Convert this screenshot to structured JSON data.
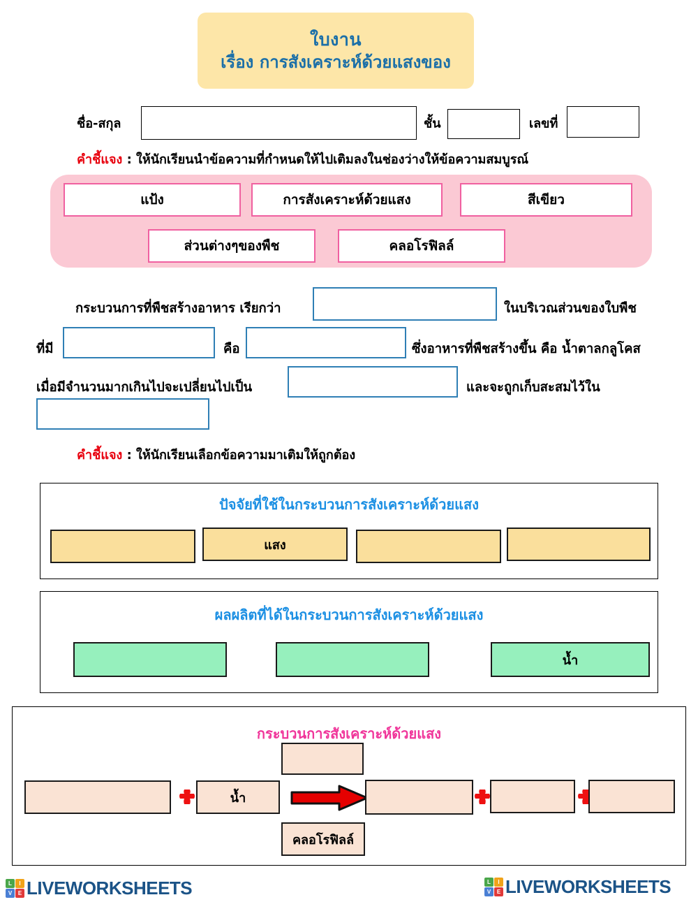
{
  "header": {
    "title_line1": "ใบงาน",
    "title_line2": "เรื่อง  การสังเคราะห์ด้วยแสงของ",
    "banner_color": "#fde6a8",
    "title_color": "#1b6fa8"
  },
  "student_row": {
    "name_label": "ชื่อ-สกุล",
    "name_value": "",
    "class_label": "ชั้น",
    "class_value": "",
    "number_label": "เลขที่",
    "number_value": ""
  },
  "instruction_1": {
    "red_part": "คำชี้แจง",
    "rest": " : ให้นักเรียนนำข้อความที่กำหนดให้ไปเติมลงในช่องว่างให้ข้อความสมบูรณ์",
    "red_color": "#e8000d"
  },
  "word_bank": {
    "background": "#fbc9d4",
    "border_color": "#f060a0",
    "items": [
      {
        "label": "แป้ง"
      },
      {
        "label": "การสังเคราะห์ด้วยแสง"
      },
      {
        "label": "สีเขียว"
      },
      {
        "label": "ส่วนต่างๆของพืช"
      },
      {
        "label": "คลอโรฟิลล์"
      }
    ]
  },
  "paragraph": {
    "blank_border": "#2f7fb5",
    "t1": "กระบวนการที่พืชสร้างอาหาร เรียกว่า",
    "t2": "ในบริเวณส่วนของใบพืช",
    "t3": "ที่มี",
    "t4": "คือ",
    "t5": "ซึ่งอาหารที่พืชสร้างขึ้น คือ  น้ำตาลกลูโคส",
    "t6": "เมื่อมีจำนวนมากเกินไปจะเปลี่ยนไปเป็น",
    "t7": "และจะถูกเก็บสะสมไว้ใน",
    "blanks": [
      "",
      "",
      "",
      "",
      ""
    ]
  },
  "instruction_2": {
    "red_part": "คำชี้แจง",
    "rest": " : ให้นักเรียนเลือกข้อความมาเติมให้ถูกต้อง"
  },
  "factors_section": {
    "title": "ปัจจัยที่ใช้ในกระบวนการสังเคราะห์ด้วยแสง",
    "title_color": "#1b8fe3",
    "cell_color": "#fadf9c",
    "cells": [
      "",
      "แสง",
      "",
      ""
    ]
  },
  "products_section": {
    "title": "ผลผลิตที่ได้ในกระบวนการสังเคราะห์ด้วยแสง",
    "title_color": "#1b8fe3",
    "cell_color": "#96f0bd",
    "cells": [
      "",
      "",
      "น้ำ"
    ]
  },
  "process_section": {
    "title": "กระบวนการสังเคราะห์ด้วยแสง",
    "title_color": "#f0359a",
    "cell_color": "#fae3d4",
    "plus_color": "#ee1111",
    "arrow_color": "#e50000",
    "top_cell": "",
    "bottom_cell": "คลอโรฟิลล์",
    "left_cells": [
      "",
      "น้ำ"
    ],
    "right_cells": [
      "",
      "",
      ""
    ],
    "plus_symbol": "+",
    "arrow_symbol": "→"
  },
  "footer": {
    "logo_text": "LIVEWORKSHEETS",
    "tiles": [
      {
        "letter": "L",
        "color": "#4aa64a"
      },
      {
        "letter": "I",
        "color": "#f0a31a"
      },
      {
        "letter": "V",
        "color": "#4a7fd4"
      },
      {
        "letter": "E",
        "color": "#e03a3a"
      }
    ],
    "text_color": "#1b5387"
  }
}
